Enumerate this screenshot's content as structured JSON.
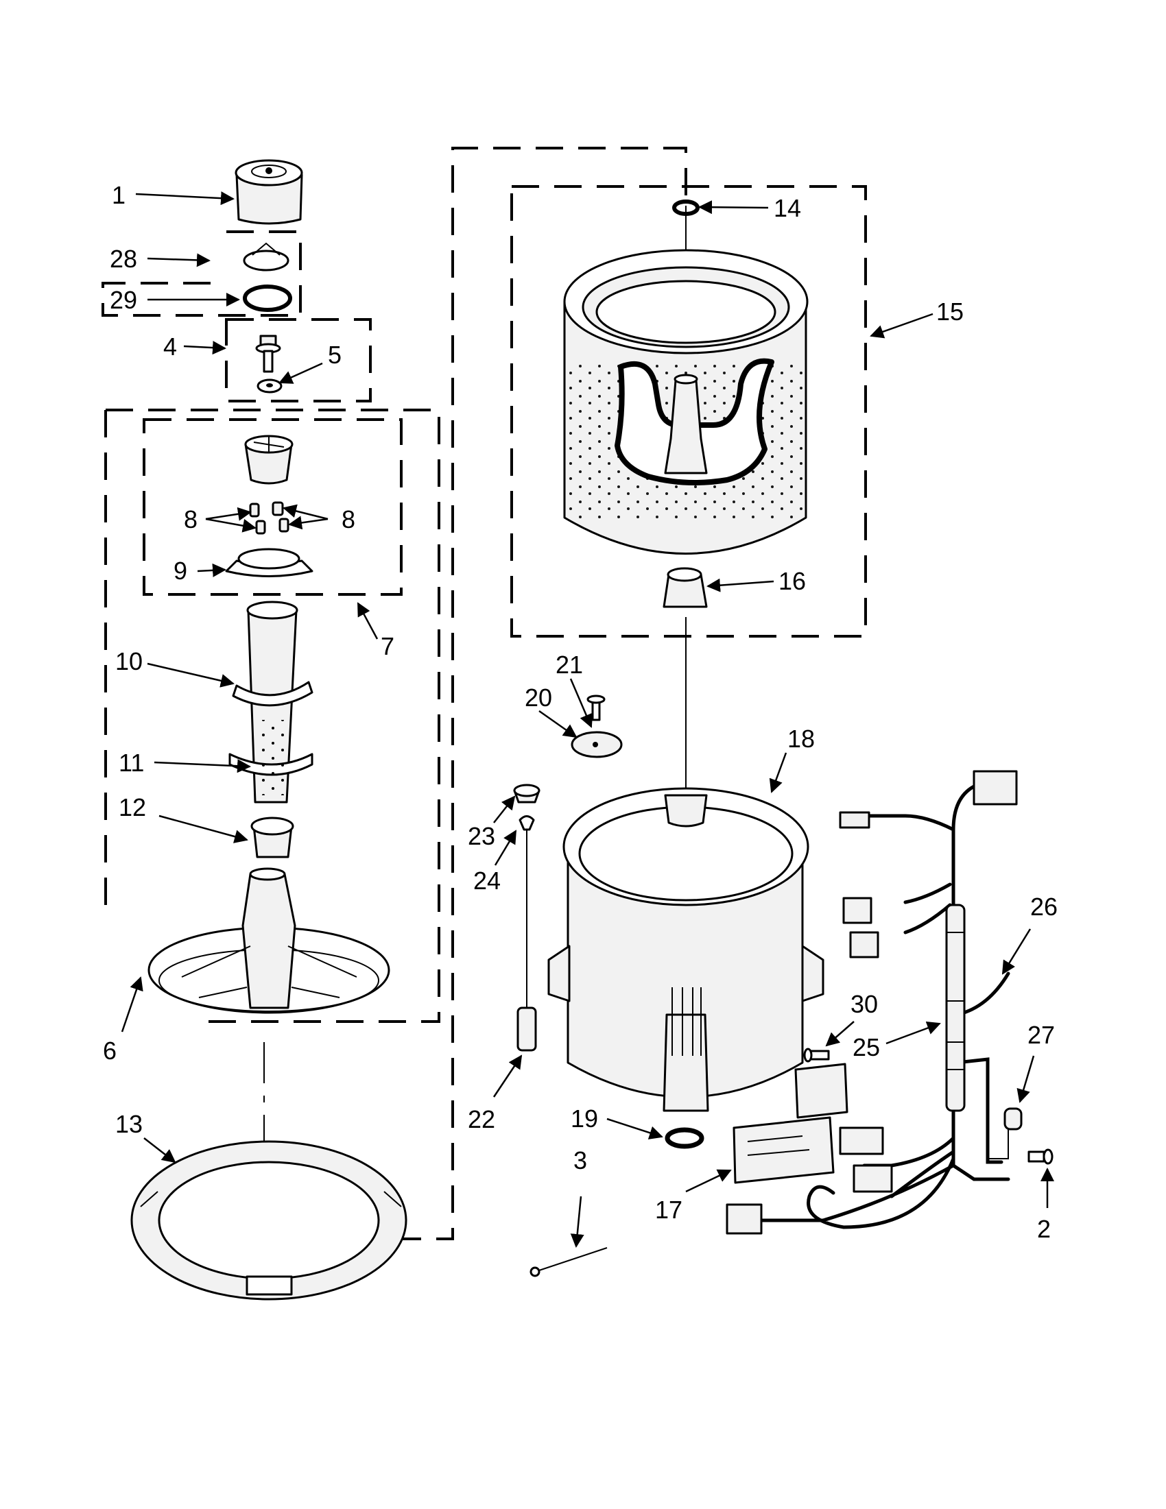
{
  "diagram": {
    "callouts": [
      {
        "id": "c1",
        "text": "1"
      },
      {
        "id": "c2",
        "text": "2"
      },
      {
        "id": "c3",
        "text": "3"
      },
      {
        "id": "c4",
        "text": "4"
      },
      {
        "id": "c5",
        "text": "5"
      },
      {
        "id": "c6",
        "text": "6"
      },
      {
        "id": "c7",
        "text": "7"
      },
      {
        "id": "c8a",
        "text": "8"
      },
      {
        "id": "c8b",
        "text": "8"
      },
      {
        "id": "c9",
        "text": "9"
      },
      {
        "id": "c10",
        "text": "10"
      },
      {
        "id": "c11",
        "text": "11"
      },
      {
        "id": "c12",
        "text": "12"
      },
      {
        "id": "c13",
        "text": "13"
      },
      {
        "id": "c14",
        "text": "14"
      },
      {
        "id": "c15",
        "text": "15"
      },
      {
        "id": "c16",
        "text": "16"
      },
      {
        "id": "c17",
        "text": "17"
      },
      {
        "id": "c18",
        "text": "18"
      },
      {
        "id": "c19",
        "text": "19"
      },
      {
        "id": "c20",
        "text": "20"
      },
      {
        "id": "c21",
        "text": "21"
      },
      {
        "id": "c22",
        "text": "22"
      },
      {
        "id": "c23",
        "text": "23"
      },
      {
        "id": "c24",
        "text": "24"
      },
      {
        "id": "c25",
        "text": "25"
      },
      {
        "id": "c26",
        "text": "26"
      },
      {
        "id": "c27",
        "text": "27"
      },
      {
        "id": "c28",
        "text": "28"
      },
      {
        "id": "c29",
        "text": "29"
      },
      {
        "id": "c30",
        "text": "30"
      }
    ]
  }
}
